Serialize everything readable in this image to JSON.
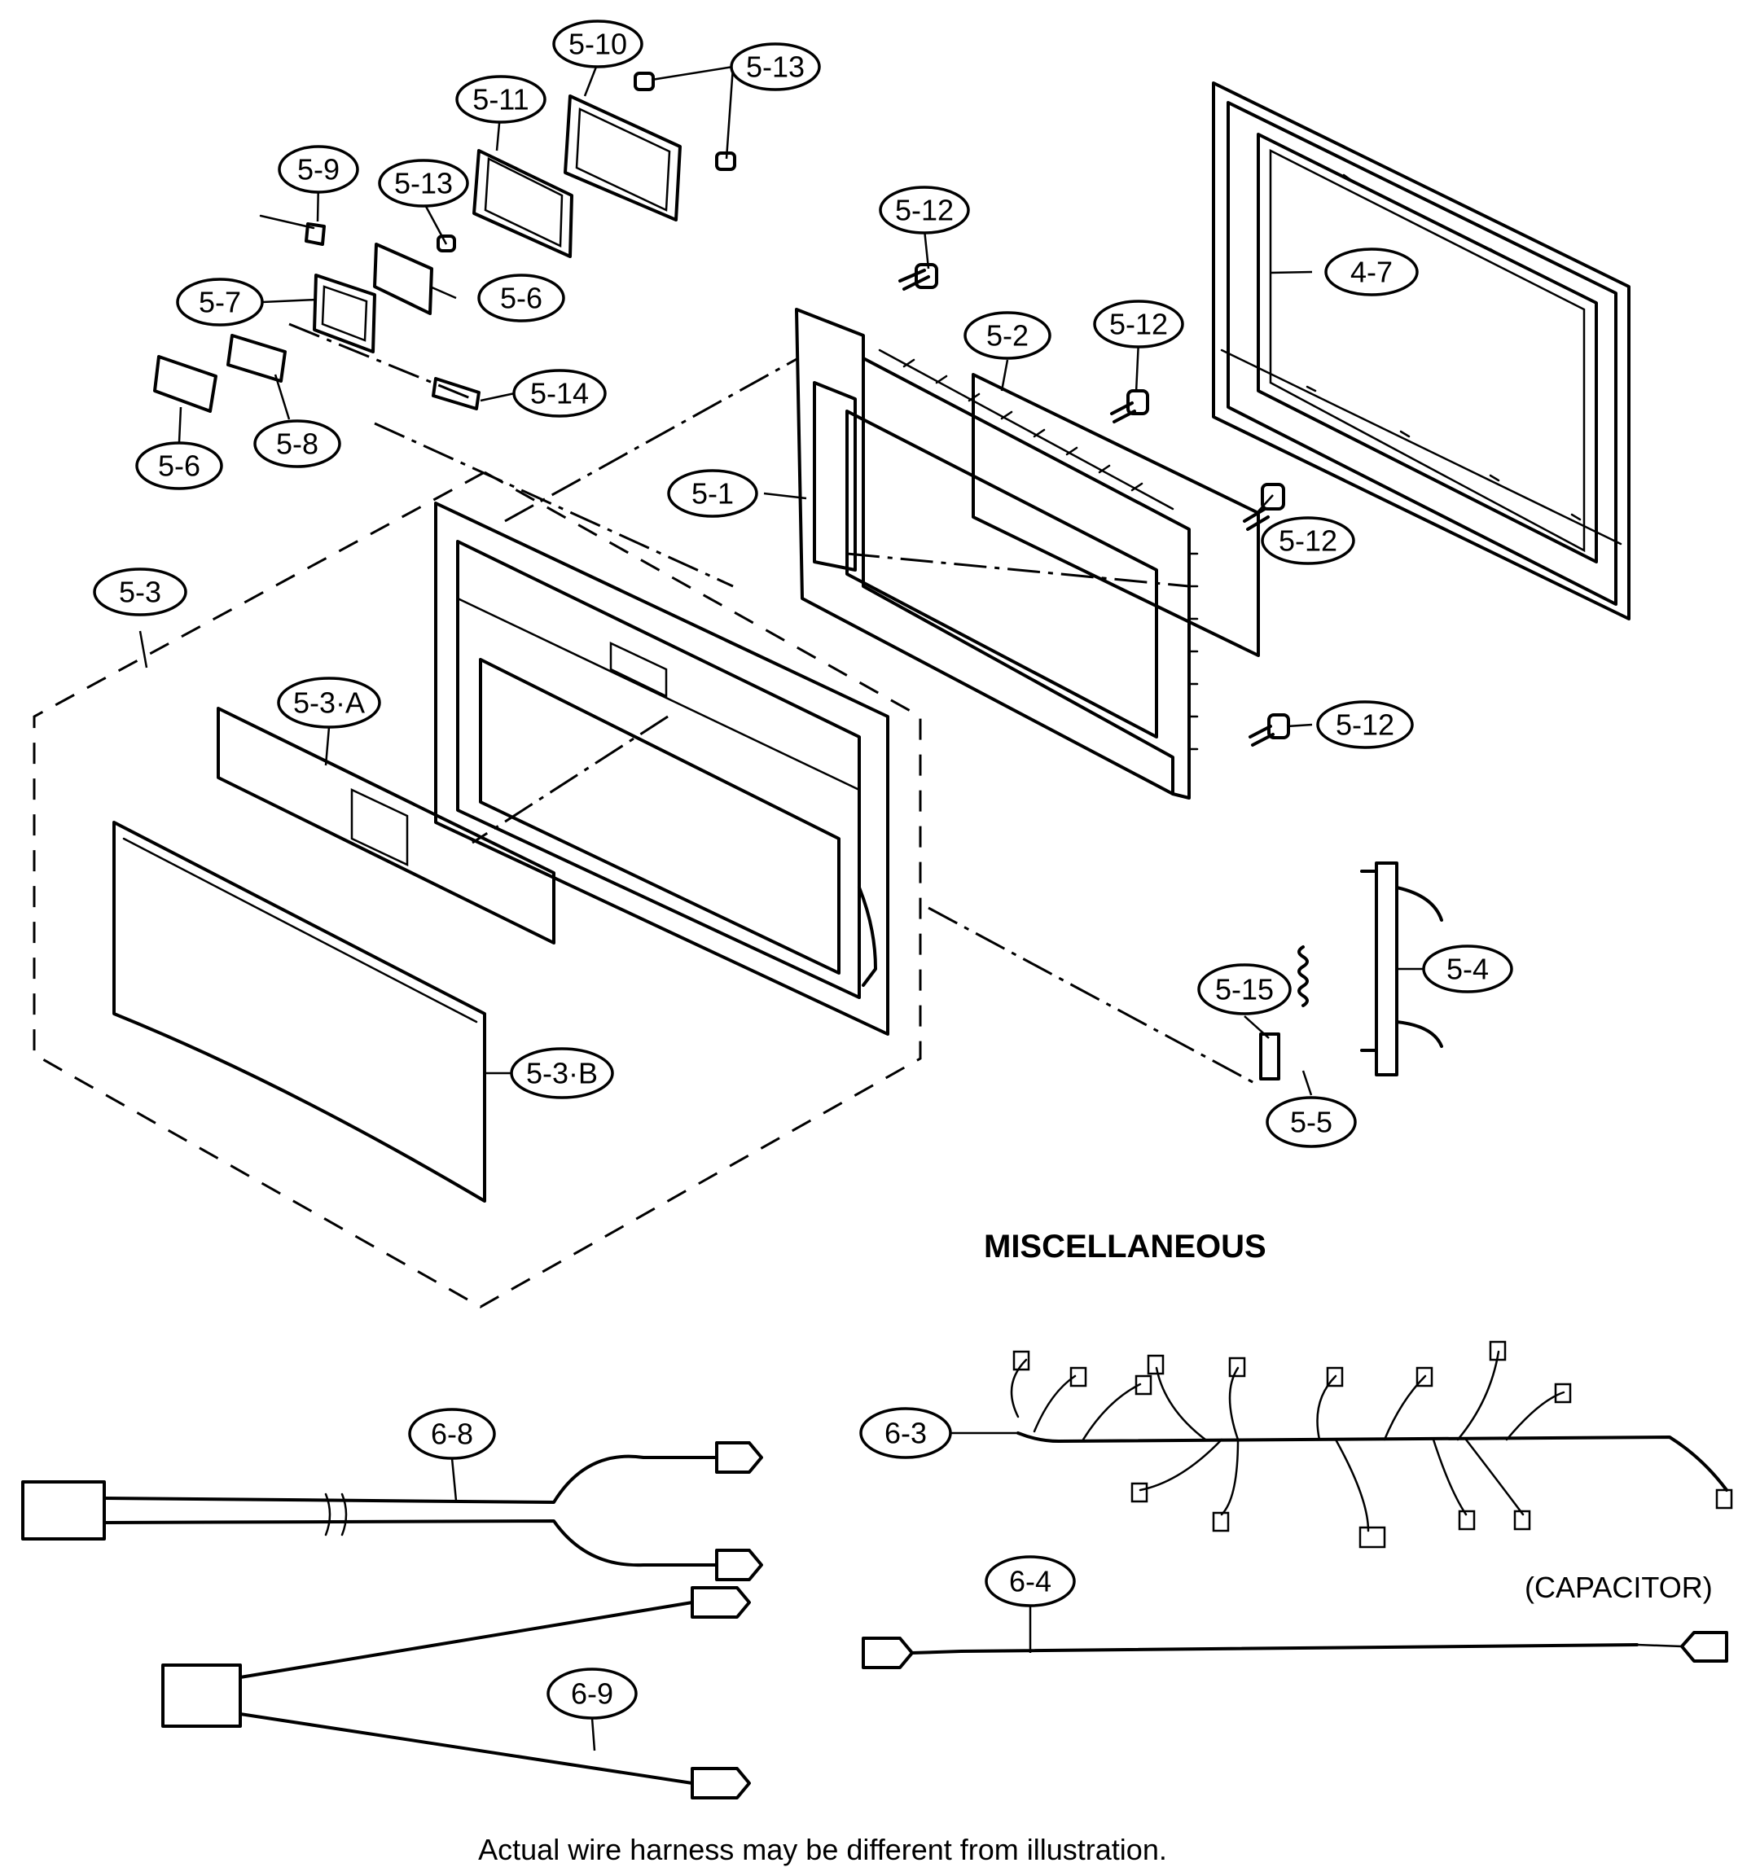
{
  "section_title": "MISCELLANEOUS",
  "footnote": "Actual wire harness may be different from illustration.",
  "capacitor_label": "(CAPACITOR)",
  "callouts": {
    "c_5_10": "5-10",
    "c_5_13_top": "5-13",
    "c_5_11": "5-11",
    "c_5_9": "5-9",
    "c_5_13_mid": "5-13",
    "c_5_12_top": "5-12",
    "c_5_7": "5-7",
    "c_5_6_upper": "5-6",
    "c_5_2": "5-2",
    "c_5_12_mid": "5-12",
    "c_4_7": "4-7",
    "c_5_14": "5-14",
    "c_5_8": "5-8",
    "c_5_6_lower": "5-6",
    "c_5_1": "5-1",
    "c_5_12_right": "5-12",
    "c_5_3": "5-3",
    "c_5_3_a": "5-3·A",
    "c_5_12_low": "5-12",
    "c_5_4": "5-4",
    "c_5_15": "5-15",
    "c_5_3_b": "5-3·B",
    "c_5_5": "5-5",
    "c_6_8": "6-8",
    "c_6_3": "6-3",
    "c_6_4": "6-4",
    "c_6_9": "6-9"
  }
}
